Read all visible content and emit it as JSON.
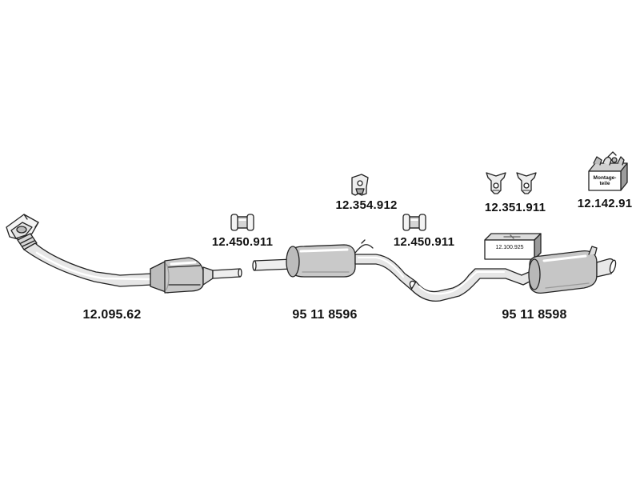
{
  "parts": {
    "front_pipe": "12.095.62",
    "clamp_left": "12.450.911",
    "hanger_center": "12.354.912",
    "clamp_right": "12.450.911",
    "middle_silencer": "95 11 8596",
    "rear_silencer": "95 11 8598",
    "hanger_pair": "12.351.911",
    "mounting_kit": "12.142.91"
  },
  "parts_box": {
    "label": "12.100.925"
  },
  "mounting_kit_box": {
    "line1": "Montage-",
    "line2": "teile"
  }
}
